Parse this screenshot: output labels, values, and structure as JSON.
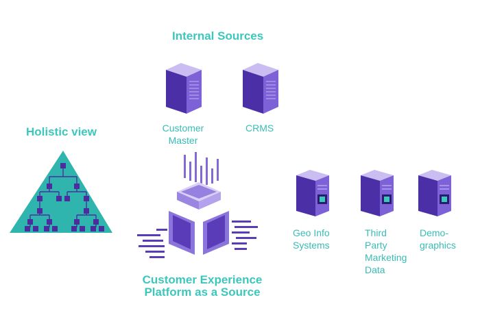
{
  "internal": {
    "title": "Internal Sources",
    "servers": [
      {
        "label": "Customer\nMaster"
      },
      {
        "label": "CRMS"
      }
    ]
  },
  "holistic": {
    "title": "Holistic view"
  },
  "cep": {
    "title": "Customer Experience\nPlatform as a Source"
  },
  "external": {
    "servers": [
      {
        "label": "Geo Info\nSystems"
      },
      {
        "label": "Third\nParty\nMarketing\nData"
      },
      {
        "label": "Demo-\ngraphics"
      }
    ]
  },
  "colors": {
    "accent": "#3cc7bd",
    "server_front": "#4b2fa6",
    "server_side": "#7c62d6",
    "server_top": "#c9bdf2",
    "triangle": "#2fb5ad",
    "node": "#4a2e9e"
  }
}
